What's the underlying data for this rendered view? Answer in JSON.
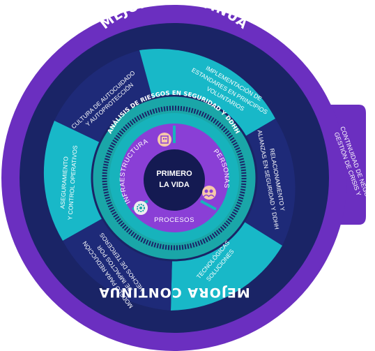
{
  "outer_ring": {
    "top_label": "MEJORA CONTINUA",
    "bottom_label": "MEJORA CONTINUA"
  },
  "side_tab": {
    "line1": "GESTIÓN DE CRISIS Y",
    "line2": "CONTINUIDAD DE NEGOCIO"
  },
  "segments": [
    {
      "line1": "CULTURA DE AUTOCUIDADO",
      "line2": "Y AUTOPROTECCIÓN",
      "line3": "",
      "color": "#1e2a78"
    },
    {
      "line1": "IMPLEMENTACIÓN DE",
      "line2": "ESTANDARES EN PRINCIPIOS",
      "line3": "VOLUNTARIOS",
      "color": "#18b8c8"
    },
    {
      "line1": "RELACIONAMIENTO Y",
      "line2": "ALIANZAS EN SEGURIDAD Y DDHH",
      "line3": "",
      "color": "#1e2a78"
    },
    {
      "line1": "SOLUCIONES",
      "line2": "TECNOLÓGICAS",
      "line3": "",
      "color": "#18b8c8"
    },
    {
      "line1": "MODELO PARA REDUCCIÓN",
      "line2": "DE IMPACTOS POR",
      "line3": "HECHOS DE TERCEROS",
      "color": "#1e2a78"
    },
    {
      "line1": "ASEGURAMIENTO",
      "line2": "Y CONTROL OPERATIVOS",
      "line3": "",
      "color": "#18b8c8"
    }
  ],
  "analysis_ring": {
    "label": "ANÁLISIS DE RIESGOS EN SEGURIDAD Y DDHH"
  },
  "inner_pillars": {
    "left": "INFRAESTRUCTURA",
    "right": "PERSONAS",
    "bottom": "PROCESOS"
  },
  "center": {
    "line1": "PRIMERO",
    "line2": "LA VIDA"
  },
  "icons": [
    "building-icon",
    "people-icon",
    "gear-icon"
  ],
  "colors": {
    "outer_purple": "#6b2fc0",
    "ring_navy": "#1a2466",
    "segment_navy": "#1e2a78",
    "segment_teal": "#18b8c8",
    "analysis_teal": "#1aa6a8",
    "inner_purple": "#8a3fd6",
    "center_navy": "#141a52"
  }
}
